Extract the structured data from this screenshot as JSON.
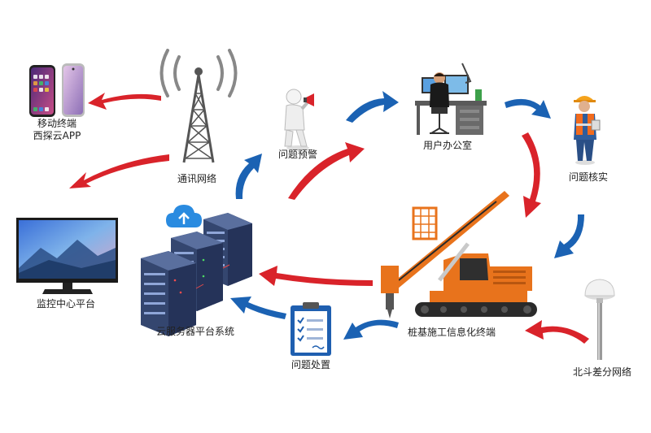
{
  "nodes": {
    "mobile": {
      "line1": "移动终端",
      "line2": "西探云APP"
    },
    "tower": {
      "label": "通讯网络"
    },
    "warning": {
      "label": "问题预警"
    },
    "office": {
      "label": "用户办公室"
    },
    "verify": {
      "label": "问题核实"
    },
    "monitor": {
      "label": "监控中心平台"
    },
    "cloud": {
      "label": "云服务器平台系统"
    },
    "machine": {
      "label": "桩基施工信息化终端"
    },
    "handling": {
      "label": "问题处置"
    },
    "beidou": {
      "label": "北斗差分网络"
    }
  },
  "colors": {
    "red_arrow": "#d9232a",
    "blue_arrow": "#1b62b3",
    "machine_orange": "#e8731c",
    "server_navy": "#2c3a5e"
  },
  "icons": [
    "phone-icon",
    "tower-icon",
    "megaphone-person-icon",
    "office-worker-icon",
    "engineer-icon",
    "monitor-icon",
    "server-rack-icon",
    "cloud-upload-icon",
    "pile-driver-icon",
    "clipboard-icon",
    "gnss-antenna-icon"
  ]
}
